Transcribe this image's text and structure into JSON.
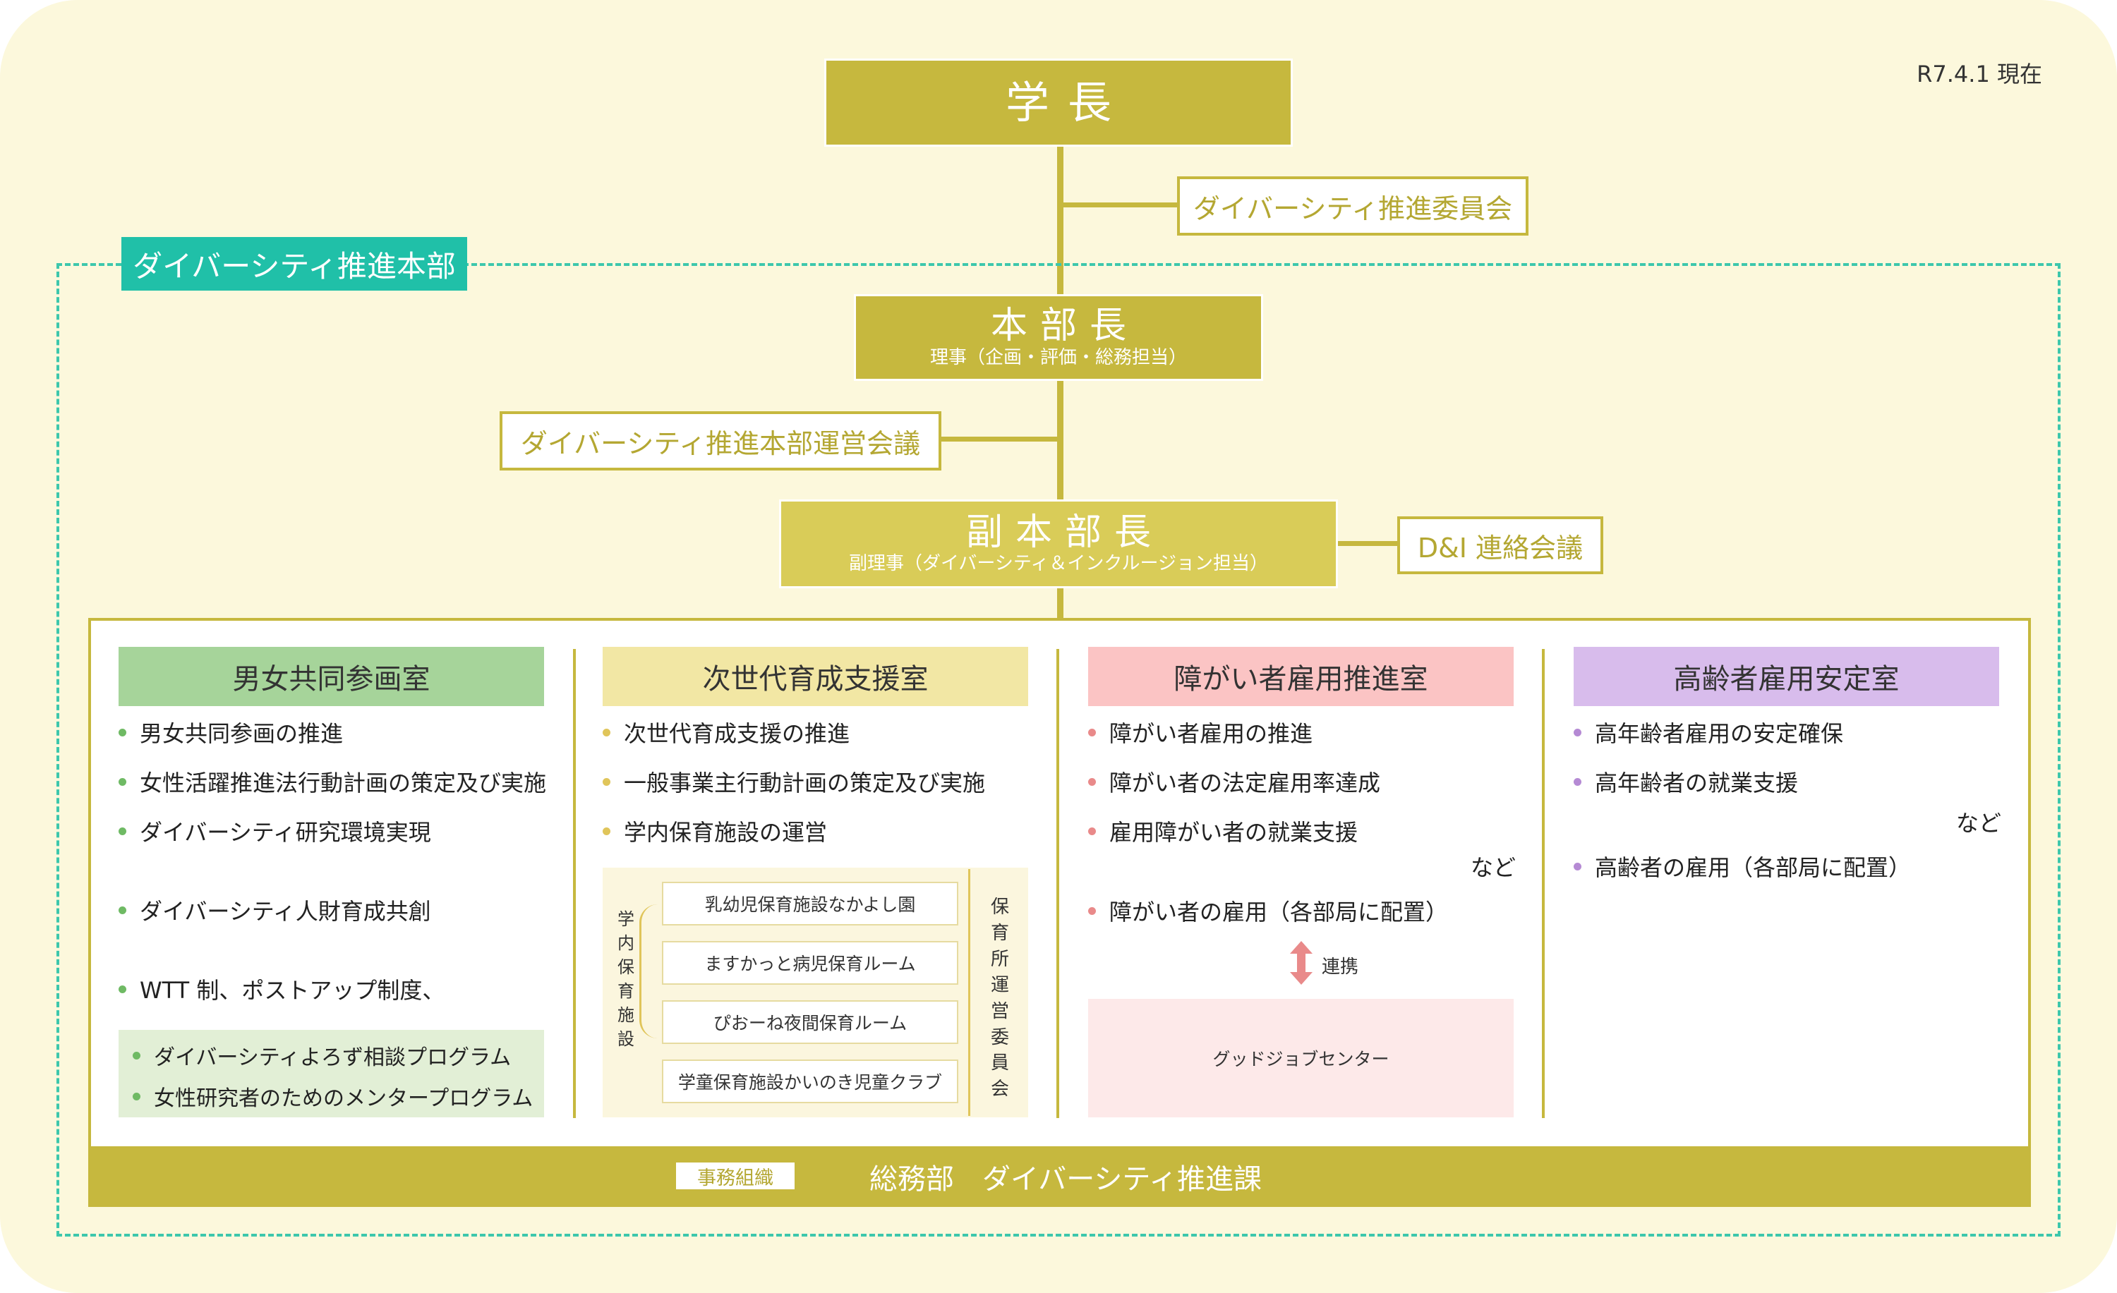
{
  "date_label": "R7.4.1 現在",
  "president": {
    "title": "学長"
  },
  "diversity_committee": "ダイバーシティ推進委員会",
  "hq_label": "ダイバーシティ推進本部",
  "hq_head": {
    "title": "本部長",
    "subtitle": "理事（企画・評価・総務担当）"
  },
  "hq_steering": "ダイバーシティ推進本部運営会議",
  "vice_head": {
    "title": "副本部長",
    "subtitle": "副理事（ダイバーシティ＆インクルージョン担当）"
  },
  "di_meeting": "D&I 連絡会議",
  "colors": {
    "olive": "#c6b83e",
    "teal": "#20c0a8",
    "green_head": "#a6d49a",
    "yellow_head": "#f2e7a4",
    "pink_head": "#fbc4c4",
    "purple_head": "#d8bcec"
  },
  "offices": [
    {
      "name": "男女共同参画室",
      "items": [
        "男女共同参画の推進",
        "女性活躍推進法行動計画の策定及び実施",
        "ダイバーシティ研究環境実現",
        "ダイバーシティ人財育成共創",
        "WTT 制、ポストアップ制度、"
      ],
      "programs": [
        "ダイバーシティよろず相談プログラム",
        "女性研究者のためのメンタープログラム"
      ]
    },
    {
      "name": "次世代育成支援室",
      "items": [
        "次世代育成支援の推進",
        "一般事業主行動計画の策定及び実施",
        "学内保育施設の運営"
      ],
      "left_label": "学内保育施設",
      "facilities": [
        "乳幼児保育施設なかよし園",
        "ますかっと病児保育ルーム",
        "ぴおーね夜間保育ルーム",
        "学童保育施設かいのき児童クラブ"
      ],
      "committee": "保育所運営委員会"
    },
    {
      "name": "障がい者雇用推進室",
      "items": [
        "障がい者雇用の推進",
        "障がい者の法定雇用率達成",
        "雇用障がい者の就業支援"
      ],
      "etc": "など",
      "items2": [
        "障がい者の雇用（各部局に配置）"
      ],
      "link_label": "連携",
      "center": "グッドジョブセンター"
    },
    {
      "name": "高齢者雇用安定室",
      "items": [
        "高年齢者雇用の安定確保",
        "高年齢者の就業支援"
      ],
      "etc": "など",
      "items2": [
        "高齢者の雇用（各部局に配置）"
      ]
    }
  ],
  "secretariat": {
    "tag": "事務組織",
    "name": "総務部　ダイバーシティ推進課"
  }
}
